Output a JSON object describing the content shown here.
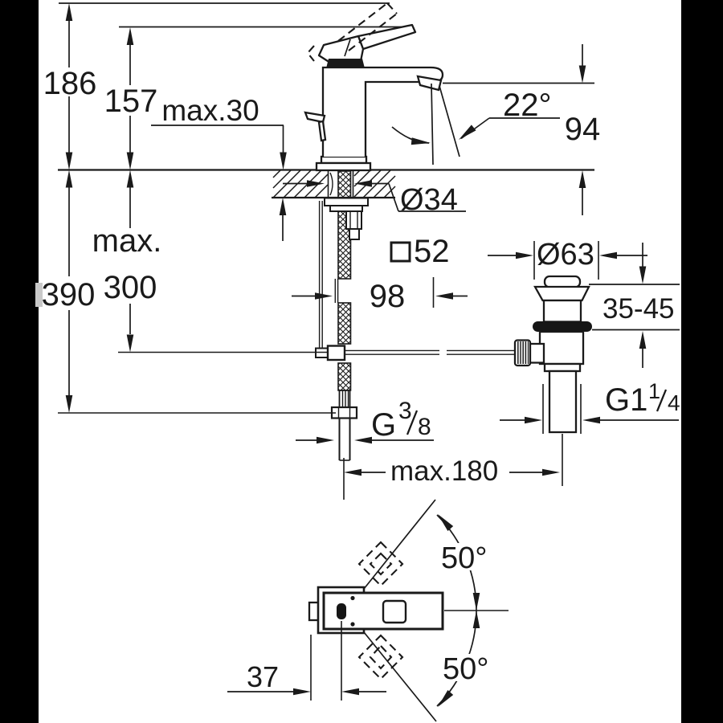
{
  "labels": {
    "overall_height": "186",
    "handle_height": "157",
    "deck_thickness": "max.30",
    "spout_angle": "22°",
    "spout_height": "94",
    "hole_diameter": "Ø34",
    "install_depth_word": "max.",
    "install_depth_value": "300",
    "overall_depth": "390",
    "base_square": "52",
    "spout_reach": "98",
    "waste_flange_diameter": "Ø63",
    "waste_adjust_range": "35-45",
    "supply_thread": {
      "letter": "G",
      "numerator": "3",
      "denominator": "8"
    },
    "waste_thread": {
      "main": "G1",
      "numerator": "1",
      "denominator": "4"
    },
    "rod_length": "max.180",
    "swing_upper": "50°",
    "swing_lower": "50°",
    "handle_offset": "37"
  },
  "colors": {
    "ink": "#1a1a1a",
    "background": "#ffffff",
    "side_bars": "#000000",
    "left_bar_mark": "#c9c9c9"
  }
}
